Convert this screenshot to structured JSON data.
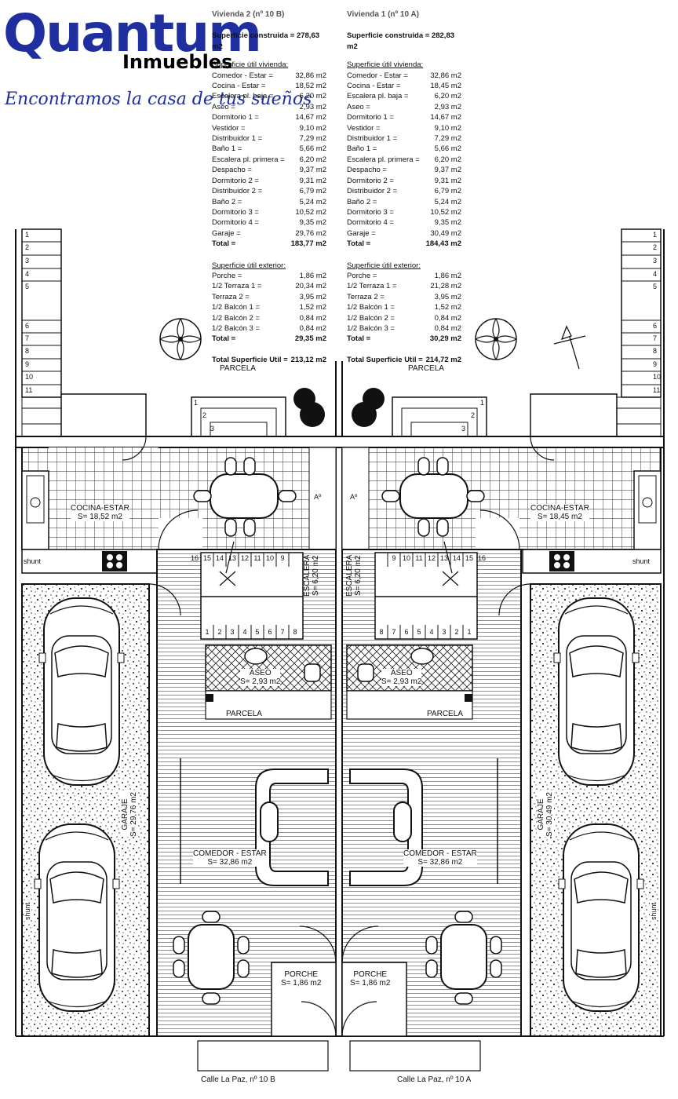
{
  "branding": {
    "logo_main": "Quantum",
    "logo_sub": "Inmuebles",
    "slogan": "Encontramos la casa de tus sueños",
    "brand_color": "#1f2fa0"
  },
  "schedules": {
    "left": {
      "title": "Vivienda 2 (nº 10 B)",
      "built": "Superficie construida = 278,63 m2",
      "interior_header": "Superficie útil vivienda:",
      "interior": [
        {
          "name": "Comedor - Estar =",
          "value": "32,86 m2"
        },
        {
          "name": "Cocina - Estar =",
          "value": "18,52 m2"
        },
        {
          "name": "Escalera pl. baja =",
          "value": "6,20 m2"
        },
        {
          "name": "Aseo =",
          "value": "2,93 m2"
        },
        {
          "name": "Dormitorio 1 =",
          "value": "14,67 m2"
        },
        {
          "name": "Vestidor =",
          "value": "9,10 m2"
        },
        {
          "name": "Distribuidor 1 =",
          "value": "7,29 m2"
        },
        {
          "name": "Baño 1 =",
          "value": "5,66 m2"
        },
        {
          "name": "Escalera pl. primera =",
          "value": "6,20 m2"
        },
        {
          "name": "Despacho =",
          "value": "9,37 m2"
        },
        {
          "name": "Dormitorio 2 =",
          "value": "9,31 m2"
        },
        {
          "name": "Distribuidor 2 =",
          "value": "6,79 m2"
        },
        {
          "name": "Baño 2 =",
          "value": "5,24 m2"
        },
        {
          "name": "Dormitorio 3 =",
          "value": "10,52 m2"
        },
        {
          "name": "Dormitorio 4 =",
          "value": "9,35 m2"
        },
        {
          "name": "Garaje =",
          "value": "29,76 m2"
        }
      ],
      "interior_total": {
        "name": "Total =",
        "value": "183,77 m2"
      },
      "exterior_header": "Superficie útil exterior:",
      "exterior": [
        {
          "name": "Porche =",
          "value": "1,86 m2"
        },
        {
          "name": "1/2 Terraza 1 =",
          "value": "20,34 m2"
        },
        {
          "name": "Terraza 2 =",
          "value": "3,95 m2"
        },
        {
          "name": "1/2 Balcón 1 =",
          "value": "1,52 m2"
        },
        {
          "name": "1/2 Balcón 2 =",
          "value": "0,84 m2"
        },
        {
          "name": "1/2 Balcón 3 =",
          "value": "0,84 m2"
        }
      ],
      "exterior_total": {
        "name": "Total =",
        "value": "29,35 m2"
      },
      "grand_total": {
        "name": "Total Superficie Util =",
        "value": "213,12 m2"
      }
    },
    "right": {
      "title": "Vivienda 1 (nº 10 A)",
      "built": "Superficie construida = 282,83 m2",
      "interior_header": "Superficie útil vivienda:",
      "interior": [
        {
          "name": "Comedor - Estar =",
          "value": "32,86 m2"
        },
        {
          "name": "Cocina - Estar =",
          "value": "18,45 m2"
        },
        {
          "name": "Escalera pl. baja =",
          "value": "6,20 m2"
        },
        {
          "name": "Aseo =",
          "value": "2,93 m2"
        },
        {
          "name": "Dormitorio 1 =",
          "value": "14,67 m2"
        },
        {
          "name": "Vestidor =",
          "value": "9,10 m2"
        },
        {
          "name": "Distribuidor 1 =",
          "value": "7,29 m2"
        },
        {
          "name": "Baño 1 =",
          "value": "5,66 m2"
        },
        {
          "name": "Escalera pl. primera =",
          "value": "6,20 m2"
        },
        {
          "name": "Despacho =",
          "value": "9,37 m2"
        },
        {
          "name": "Dormitorio 2 =",
          "value": "9,31 m2"
        },
        {
          "name": "Distribuidor 2 =",
          "value": "6,79 m2"
        },
        {
          "name": "Baño 2 =",
          "value": "5,24 m2"
        },
        {
          "name": "Dormitorio 3 =",
          "value": "10,52 m2"
        },
        {
          "name": "Dormitorio 4 =",
          "value": "9,35 m2"
        },
        {
          "name": "Garaje =",
          "value": "30,49 m2"
        }
      ],
      "interior_total": {
        "name": "Total =",
        "value": "184,43 m2"
      },
      "exterior_header": "Superficie útil exterior:",
      "exterior": [
        {
          "name": "Porche =",
          "value": "1,86 m2"
        },
        {
          "name": "1/2 Terraza 1 =",
          "value": "21,28 m2"
        },
        {
          "name": "Terraza 2 =",
          "value": "3,95 m2"
        },
        {
          "name": "1/2 Balcón 1 =",
          "value": "1,52 m2"
        },
        {
          "name": "1/2 Balcón 2 =",
          "value": "0,84 m2"
        },
        {
          "name": "1/2 Balcón 3 =",
          "value": "0,84 m2"
        }
      ],
      "exterior_total": {
        "name": "Total =",
        "value": "30,29 m2"
      },
      "grand_total": {
        "name": "Total Superficie Util =",
        "value": "214,72 m2"
      }
    }
  },
  "plan": {
    "parcela": "PARCELA",
    "kitchen_left": {
      "name": "COCINA-ESTAR",
      "area": "S= 18,52 m2"
    },
    "kitchen_right": {
      "name": "COCINA-ESTAR",
      "area": "S= 18,45 m2"
    },
    "stair_left": {
      "name": "ESCALERA",
      "area": "S= 6,20 m2"
    },
    "stair_right": {
      "name": "ESCALERA",
      "area": "S= 6,20 m2"
    },
    "aseo_left": {
      "name": "ASEO",
      "area": "S= 2,93 m2"
    },
    "aseo_right": {
      "name": "ASEO",
      "area": "S= 2,93 m2"
    },
    "parcela_inner": "PARCELA",
    "garage_left": {
      "name": "GARAJE",
      "area": "S= 29,76 m2"
    },
    "garage_right": {
      "name": "GARAJE",
      "area": "S= 30,49 m2"
    },
    "living_left": {
      "name": "COMEDOR - ESTAR",
      "area": "S= 32,86 m2"
    },
    "living_right": {
      "name": "COMEDOR - ESTAR",
      "area": "S= 32,86 m2"
    },
    "porch_left": {
      "name": "PORCHE",
      "area": "S= 1,86 m2"
    },
    "porch_right": {
      "name": "PORCHE",
      "area": "S= 1,86 m2"
    },
    "shunt": "shunt",
    "a_mark": "Aº",
    "street_left": "Calle La Paz, nº 10 B",
    "street_right": "Calle La Paz, nº 10 A",
    "stair_steps_left_top": [
      "16",
      "15",
      "14",
      "13",
      "12",
      "11",
      "10",
      "9"
    ],
    "stair_steps_left_bottom": [
      "1",
      "2",
      "3",
      "4",
      "5",
      "6",
      "7",
      "8"
    ],
    "stair_steps_right_top": [
      "9",
      "10",
      "11",
      "12",
      "13",
      "14",
      "15",
      "16"
    ],
    "stair_steps_right_bottom": [
      "8",
      "7",
      "6",
      "5",
      "4",
      "3",
      "2",
      "1"
    ],
    "side_steps": [
      "1",
      "2",
      "3",
      "4",
      "5",
      "6",
      "7",
      "8",
      "9",
      "10",
      "11"
    ],
    "entry_steps": [
      "1",
      "2",
      "3"
    ]
  }
}
